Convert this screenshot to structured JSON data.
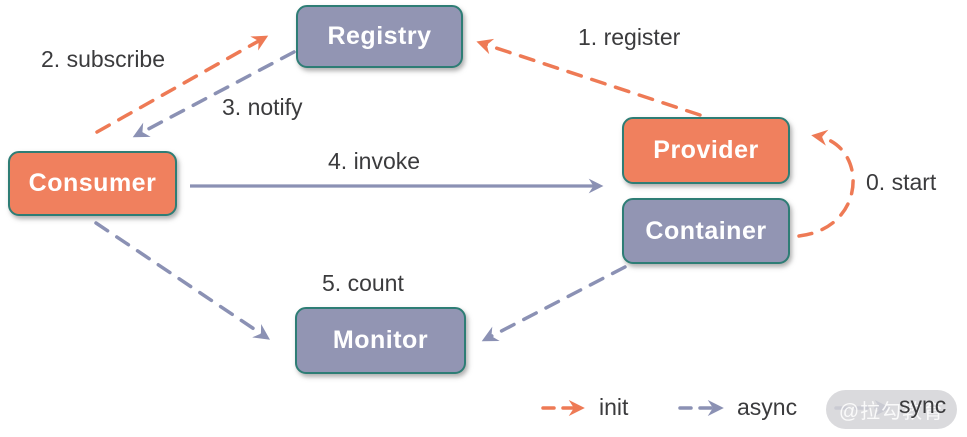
{
  "nodes": [
    {
      "id": "registry",
      "label": "Registry",
      "fill": "#9295B3"
    },
    {
      "id": "consumer",
      "label": "Consumer",
      "fill": "#F0805E"
    },
    {
      "id": "provider",
      "label": "Provider",
      "fill": "#F0805E"
    },
    {
      "id": "container",
      "label": "Container",
      "fill": "#9295B3"
    },
    {
      "id": "monitor",
      "label": "Monitor",
      "fill": "#9295B3"
    }
  ],
  "edges": [
    {
      "label": "0. start",
      "from": "container",
      "to": "provider",
      "style": "init"
    },
    {
      "label": "1. register",
      "from": "provider",
      "to": "registry",
      "style": "init"
    },
    {
      "label": "2. subscribe",
      "from": "consumer",
      "to": "registry",
      "style": "init"
    },
    {
      "label": "3. notify",
      "from": "registry",
      "to": "consumer",
      "style": "async"
    },
    {
      "label": "4. invoke",
      "from": "consumer",
      "to": "provider",
      "style": "sync"
    },
    {
      "label": "5. count",
      "from": "consumer",
      "to": "monitor",
      "style": "async"
    },
    {
      "label": "",
      "from": "container",
      "to": "monitor",
      "style": "async"
    }
  ],
  "legend": {
    "items": [
      {
        "label": "init",
        "color": "#EE7A55",
        "line": "dashed"
      },
      {
        "label": "async",
        "color": "#8B91B4",
        "line": "dashed"
      },
      {
        "label": "sync",
        "color": "#8B91B4",
        "line": "dashed"
      }
    ]
  },
  "watermark": {
    "text": "@拉勾教育"
  },
  "colors": {
    "node_border": "#2E7D75",
    "orange_fill": "#F0805E",
    "slate_fill": "#9295B3",
    "arrow_orange": "#EE7A55",
    "arrow_purple": "#8B91B4",
    "label_text": "#3B3B3D",
    "watermark_pill": "#D3D3D7"
  }
}
